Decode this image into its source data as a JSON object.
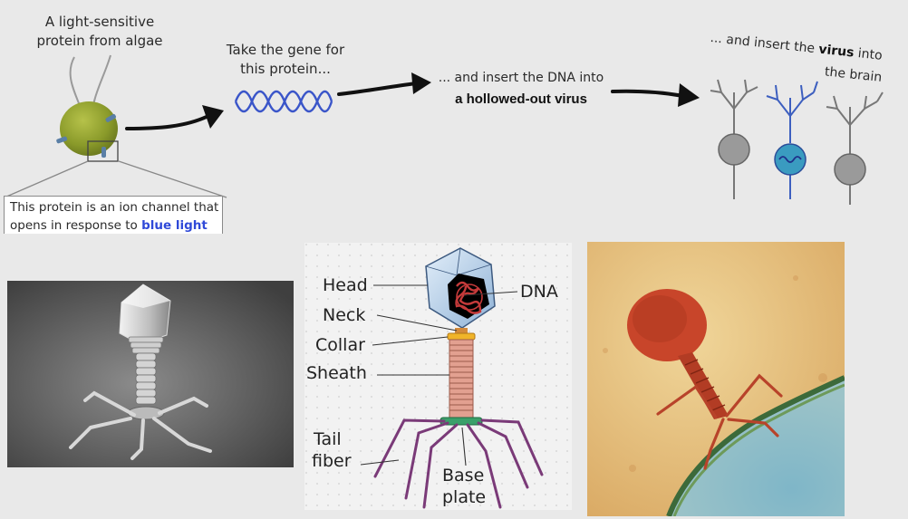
{
  "top_row": {
    "algae_caption_line1": "A light-sensitive",
    "algae_caption_line2": "protein from algae",
    "ion_channel_line1": "This protein is an ion channel that",
    "ion_channel_line2_prefix": "opens in response to ",
    "ion_channel_highlight": "blue light",
    "step1_line1": "Take the gene for",
    "step1_line2": "this protein...",
    "step2_line1": "... and insert the DNA into",
    "step2_line2": "a hollowed-out virus",
    "step3_prefix": "... and insert the ",
    "step3_bold": "virus",
    "step3_suffix": " into",
    "step3_line2": "the brain"
  },
  "phage_diagram": {
    "labels": {
      "head": "Head",
      "neck": "Neck",
      "collar": "Collar",
      "sheath": "Sheath",
      "tail_fiber_1": "Tail",
      "tail_fiber_2": "fiber",
      "dna": "DNA",
      "base_plate_1": "Base",
      "base_plate_2": "plate"
    }
  },
  "colors": {
    "highlight_blue": "#2f49d8",
    "gene_blue": "#3a55c9",
    "neuron_blue": "#3d5fbf",
    "phage_purple": "#7a3a78",
    "sheath_red": "#c98070",
    "micrograph_bg": "#e7c98a"
  }
}
